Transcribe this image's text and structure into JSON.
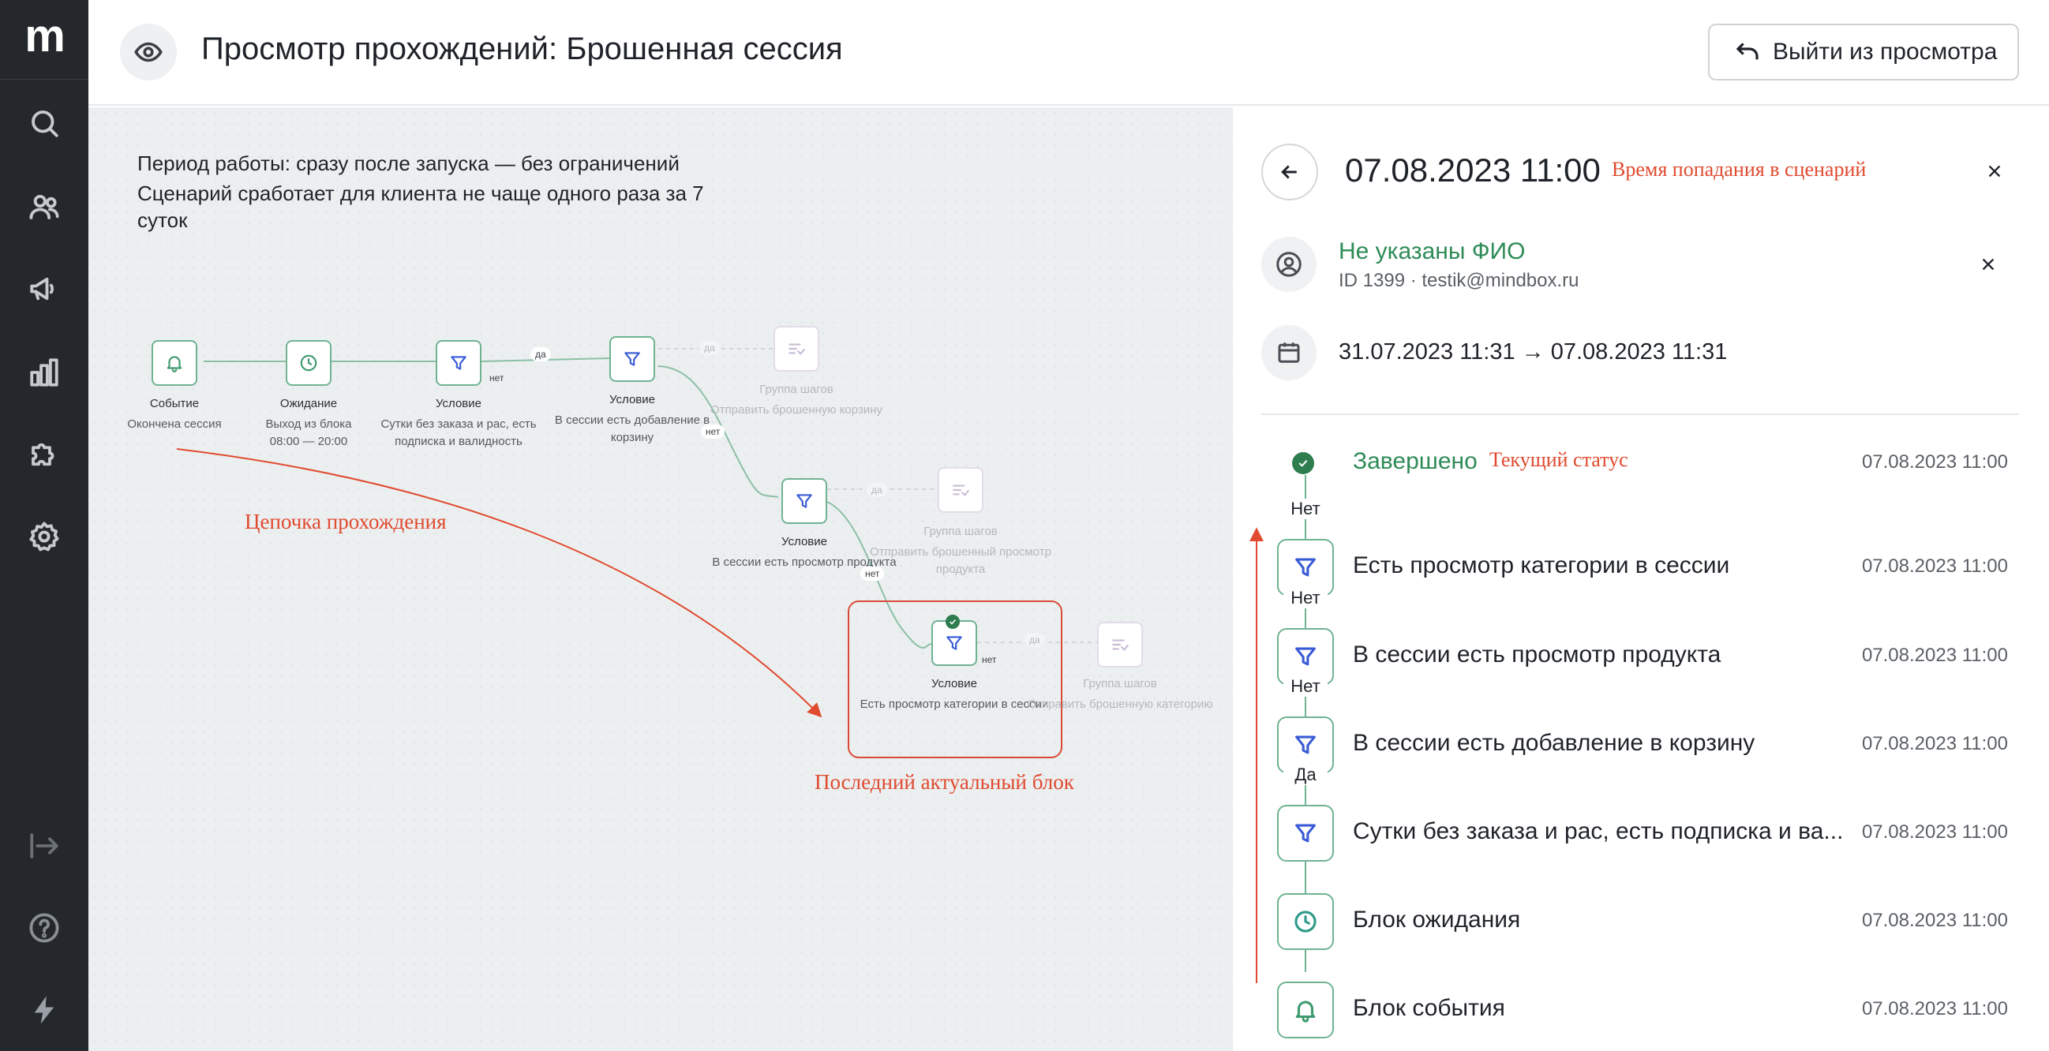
{
  "app": {
    "logo_text": "m"
  },
  "sidebar": {
    "items": [
      {
        "name": "search",
        "icon": "search-icon"
      },
      {
        "name": "clients",
        "icon": "users-icon"
      },
      {
        "name": "campaigns",
        "icon": "megaphone-icon"
      },
      {
        "name": "analytics",
        "icon": "bar-chart-icon"
      },
      {
        "name": "integrations",
        "icon": "puzzle-icon"
      },
      {
        "name": "settings",
        "icon": "gear-icon"
      }
    ],
    "bottom": [
      {
        "name": "collapse",
        "icon": "collapse-arrow-icon"
      },
      {
        "name": "help",
        "icon": "help-icon"
      },
      {
        "name": "updates",
        "icon": "lightning-icon"
      }
    ]
  },
  "header": {
    "title": "Просмотр прохождений: Брошенная сессия",
    "exit_label": "Выйти из просмотра"
  },
  "canvas": {
    "info_lines": [
      "Период работы: сразу после запуска — без ограничений",
      "Сценарий сработает для клиента не чаще одного раза за 7",
      "суток"
    ],
    "nodes": [
      {
        "id": "event",
        "title": "Событие",
        "desc": "Окончена сессия"
      },
      {
        "id": "wait",
        "title": "Ожидание",
        "desc": "Выход из блока\n08:00 — 20:00"
      },
      {
        "id": "cond1",
        "title": "Условие",
        "desc": "Сутки без заказа и рас, есть подписка и валидность"
      },
      {
        "id": "cond2",
        "title": "Условие",
        "desc": "В сессии есть добавление в корзину"
      },
      {
        "id": "group1",
        "title": "Группа шагов",
        "desc": "Отправить брошенную корзину"
      },
      {
        "id": "cond3",
        "title": "Условие",
        "desc": "В сессии есть просмотр продукта"
      },
      {
        "id": "group2",
        "title": "Группа шагов",
        "desc": "Отправить брошенный просмотр продукта"
      },
      {
        "id": "cond4",
        "title": "Условие",
        "desc": "Есть просмотр категории в сессии"
      },
      {
        "id": "group3",
        "title": "Группа шагов",
        "desc": "Отправить брошенную категорию"
      }
    ],
    "edge_labels": {
      "yes": "да",
      "no": "нет"
    },
    "annotations": {
      "chain": "Цепочка прохождения",
      "last_block": "Последний актуальный блок"
    }
  },
  "panel": {
    "title": "07.08.2023 11:00",
    "title_annotation": "Время попадания в сценарий",
    "client": {
      "name": "Не указаны ФИО",
      "meta": "ID 1399 · testik@mindbox.ru"
    },
    "period": "31.07.2023 11:31 → 07.08.2023 11:31",
    "status": {
      "label": "Завершено",
      "annotation": "Текущий статус",
      "time": "07.08.2023 11:00"
    },
    "steps": [
      {
        "branch": "Нет",
        "label": "Есть просмотр категории в сессии",
        "time": "07.08.2023 11:00",
        "icon": "filter-icon"
      },
      {
        "branch": "Нет",
        "label": "В сессии есть просмотр продукта",
        "time": "07.08.2023 11:00",
        "icon": "filter-icon"
      },
      {
        "branch": "Нет",
        "label": "В сессии есть добавление в корзину",
        "time": "07.08.2023 11:00",
        "icon": "filter-icon"
      },
      {
        "branch": "Да",
        "label": "Сутки без заказа и рас, есть подписка и ва...",
        "time": "07.08.2023 11:00",
        "icon": "filter-icon"
      },
      {
        "branch": "",
        "label": "Блок ожидания",
        "time": "07.08.2023 11:00",
        "icon": "clock-icon"
      },
      {
        "branch": "",
        "label": "Блок события",
        "time": "07.08.2023 11:00",
        "icon": "bell-icon"
      }
    ]
  },
  "colors": {
    "accent_green": "#2e8b57",
    "node_border": "#6fb392",
    "annotation_red": "#e04a2f",
    "sidebar_bg": "#24272b"
  }
}
